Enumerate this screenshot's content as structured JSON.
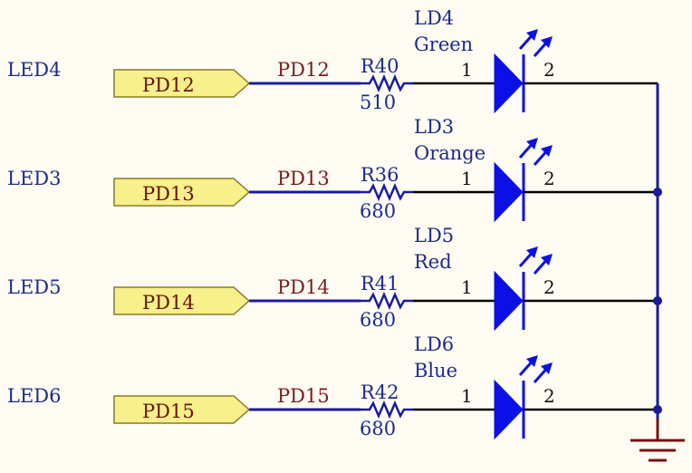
{
  "colors": {
    "background": "#fffdf3",
    "wire_blue": "#1a1aa0",
    "wire_black": "#000000",
    "led_blue": "#0a10e6",
    "port_fill": "#f8f08a",
    "port_stroke": "#8a7a2a",
    "label_blue": "#1d2a8c",
    "net_red": "#7a1a1a",
    "ground": "#7a1010"
  },
  "channels": [
    {
      "led_label": "LED4",
      "port_label": "PD12",
      "net_label": "PD12",
      "resistor_ref": "R40",
      "resistor_value": "510",
      "led_ref": "LD4",
      "led_color": "Green",
      "pin1": "1",
      "pin2": "2"
    },
    {
      "led_label": "LED3",
      "port_label": "PD13",
      "net_label": "PD13",
      "resistor_ref": "R36",
      "resistor_value": "680",
      "led_ref": "LD3",
      "led_color": "Orange",
      "pin1": "1",
      "pin2": "2"
    },
    {
      "led_label": "LED5",
      "port_label": "PD14",
      "net_label": "PD14",
      "resistor_ref": "R41",
      "resistor_value": "680",
      "led_ref": "LD5",
      "led_color": "Red",
      "pin1": "1",
      "pin2": "2"
    },
    {
      "led_label": "LED6",
      "port_label": "PD15",
      "net_label": "PD15",
      "resistor_ref": "R42",
      "resistor_value": "680",
      "led_ref": "LD6",
      "led_color": "Blue",
      "pin1": "1",
      "pin2": "2"
    }
  ]
}
